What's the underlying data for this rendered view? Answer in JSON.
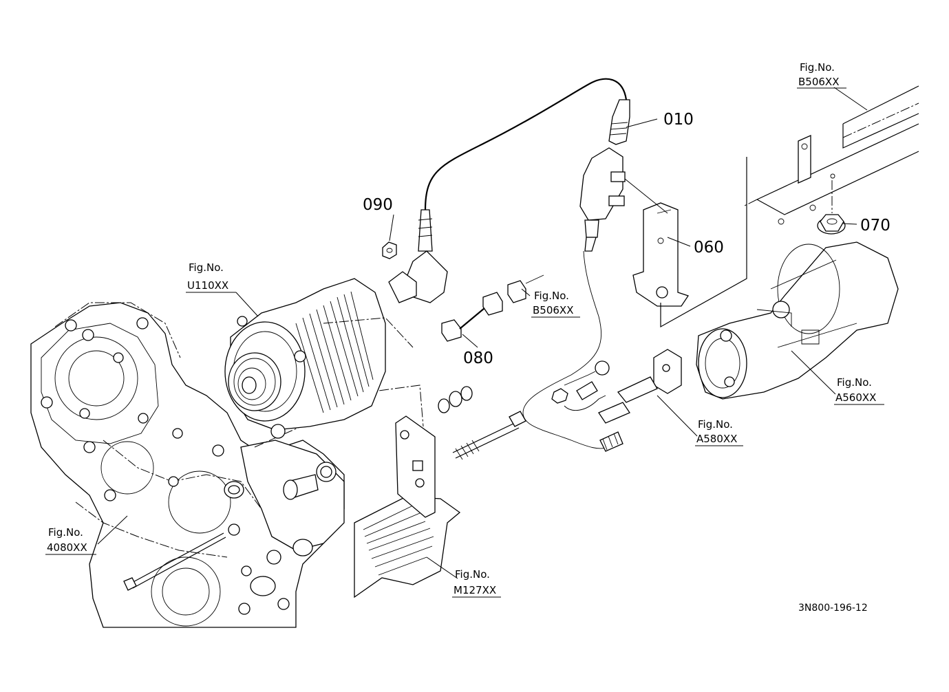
{
  "diagram": {
    "drawing_code": "3N800-196-12",
    "parts": {
      "p010": "010",
      "p060": "060",
      "p070": "070",
      "p080": "080",
      "p090": "090"
    },
    "figure_refs": {
      "b506_top": {
        "label": "Fig.No.",
        "code": "B506XX"
      },
      "b506_mid": {
        "label": "Fig.No.",
        "code": "B506XX"
      },
      "u110": {
        "label": "Fig.No.",
        "code": "U110XX"
      },
      "a560": {
        "label": "Fig.No.",
        "code": "A560XX"
      },
      "a580": {
        "label": "Fig.No.",
        "code": "A580XX"
      },
      "f4080": {
        "label": "Fig.No.",
        "code": "4080XX"
      },
      "m127": {
        "label": "Fig.No.",
        "code": "M127XX"
      }
    }
  }
}
